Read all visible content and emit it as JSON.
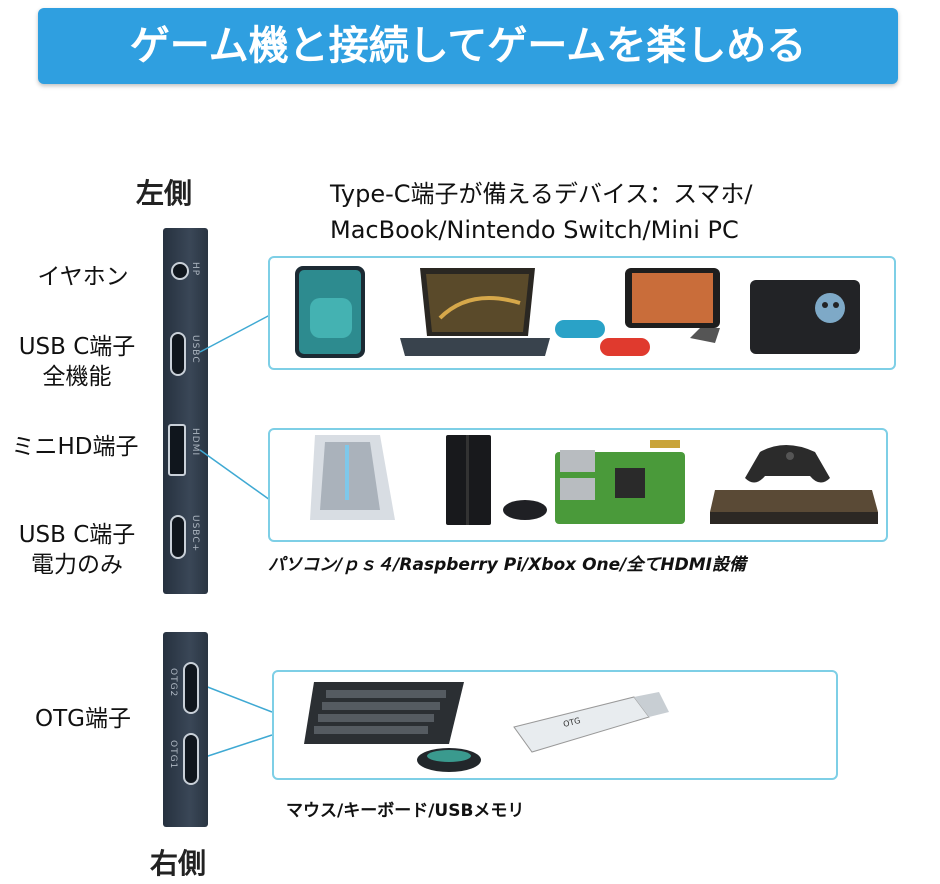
{
  "banner": {
    "title": "ゲーム機と接続してゲームを楽しめる"
  },
  "left_side": {
    "title": "左側",
    "ports": [
      {
        "label": "イヤホン",
        "code": "HP"
      },
      {
        "label": "USB C端子\n全機能",
        "code": "USBC"
      },
      {
        "label": "ミニHD端子",
        "code": "HDMI"
      },
      {
        "label": "USB C端子\n電力のみ",
        "code": "USBC+"
      }
    ]
  },
  "typec_devices": {
    "heading": "Type-C端子が備えるデバイス：スマホ/\nMacBook/Nintendo Switch/Mini PC"
  },
  "hdmi_devices": {
    "caption": "パソコン/ｐｓ４/Raspberry Pi/Xbox One/全てHDMI設備"
  },
  "right_side": {
    "title": "右側",
    "ports": [
      {
        "label": "OTG端子",
        "code1": "OTG2",
        "code2": "OTG1"
      }
    ]
  },
  "otg_devices": {
    "caption": "マウス/キーボード/USBメモリ"
  }
}
